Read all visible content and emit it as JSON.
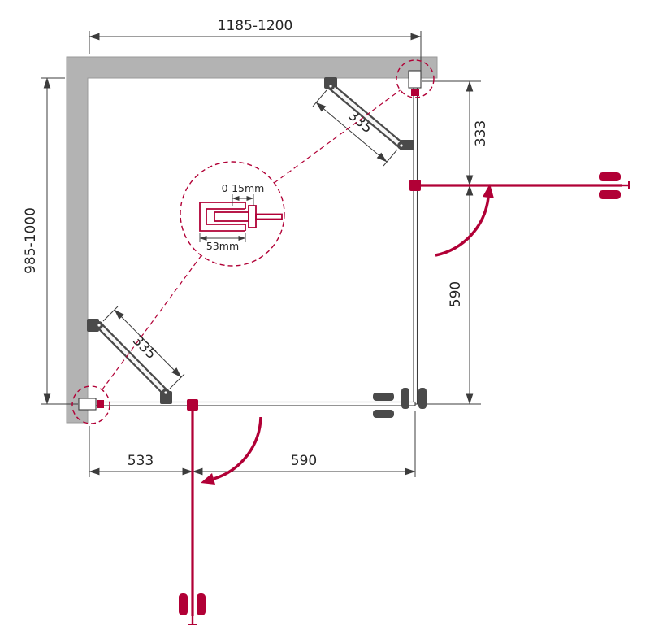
{
  "drawing": {
    "type": "shower-enclosure-plan-technical-drawing",
    "dimensions": {
      "overall_width": "1185-1200",
      "overall_depth": "985-1000",
      "right_fixed_segment": "333",
      "right_door_width": "590",
      "bottom_fixed_segment": "533",
      "bottom_door_width": "590",
      "support_bar_top": "335",
      "support_bar_bottom": "335"
    },
    "detail": {
      "adjustment_range": "0-15mm",
      "profile_width": "53mm"
    },
    "colors": {
      "wall_fill": "#b3b3b3",
      "line": "#3c3c3c",
      "accent_red": "#b10036",
      "background": "#ffffff"
    }
  }
}
